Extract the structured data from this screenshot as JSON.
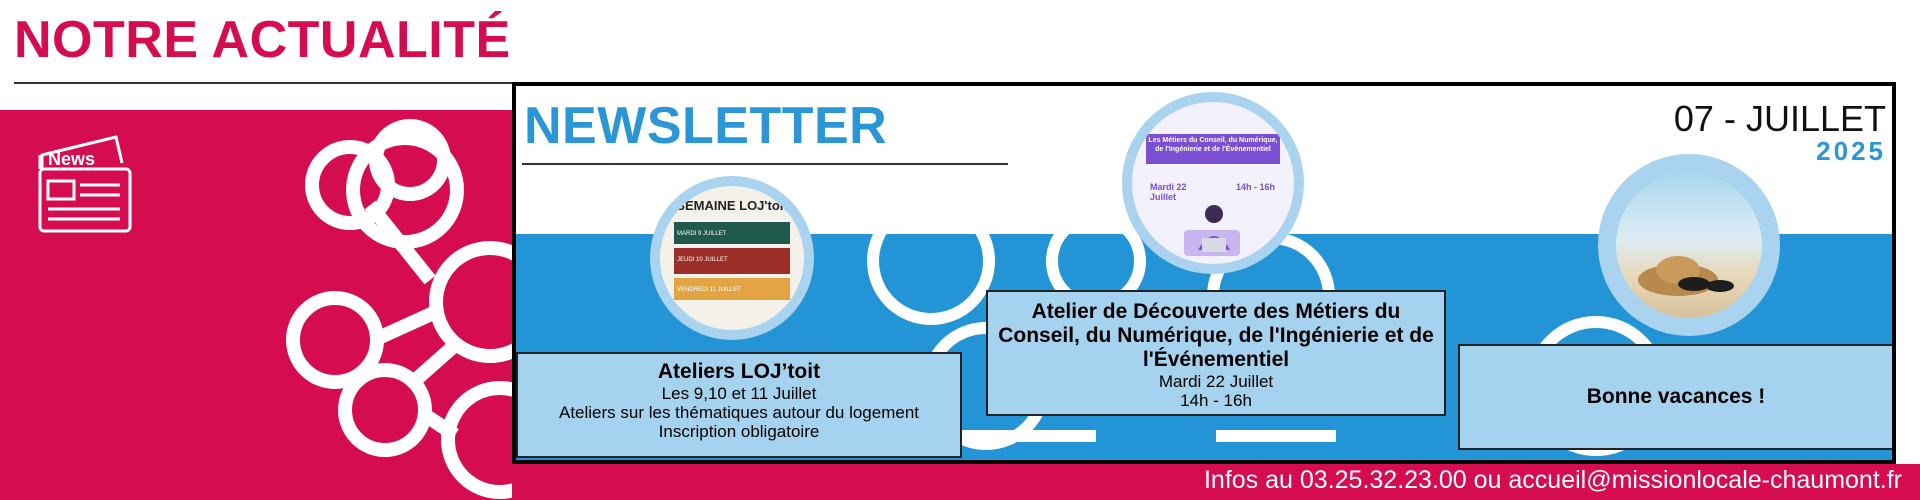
{
  "section": {
    "title": "NOTRE ACTUALITÉ"
  },
  "news_icon": {
    "label": "News"
  },
  "banner": {
    "title": "NEWSLETTER",
    "date_month": "07 - JUILLET",
    "date_year": "2025"
  },
  "thumbnails": {
    "semaine": {
      "heading": "SEMAINE LOJ'toit",
      "rows": [
        "MARDI 9 JUILLET",
        "JEUDI 10 JUILLET",
        "VENDREDI 11 JUILLET"
      ]
    },
    "atelier": {
      "heading": "Les Métiers du Conseil, du Numérique, de l'Ingénierie et de l'Événementiel",
      "day": "Mardi 22 Juillet",
      "hours": "14h - 16h"
    },
    "vacances": {
      "icon": "beach-hat-sunglasses-icon"
    }
  },
  "cards": [
    {
      "title": "Ateliers LOJ’toit",
      "lines": [
        "Les 9,10 et 11 Juillet",
        "Ateliers sur les thématiques autour du logement",
        "Inscription obligatoire"
      ]
    },
    {
      "title": "Atelier de Découverte des Métiers du Conseil, du Numérique, de l'Ingénierie et de l'Événementiel",
      "lines": [
        "Mardi 22 Juillet",
        "14h - 16h"
      ]
    },
    {
      "title": "Bonne vacances !",
      "lines": []
    }
  ],
  "footer": {
    "contact": "Infos au 03.25.32.23.00 ou accueil@missionlocale-chaumont.fr"
  },
  "colors": {
    "brand": "#d60c51",
    "accent_blue": "#2394d6",
    "card_bg": "#a5d2ee"
  }
}
